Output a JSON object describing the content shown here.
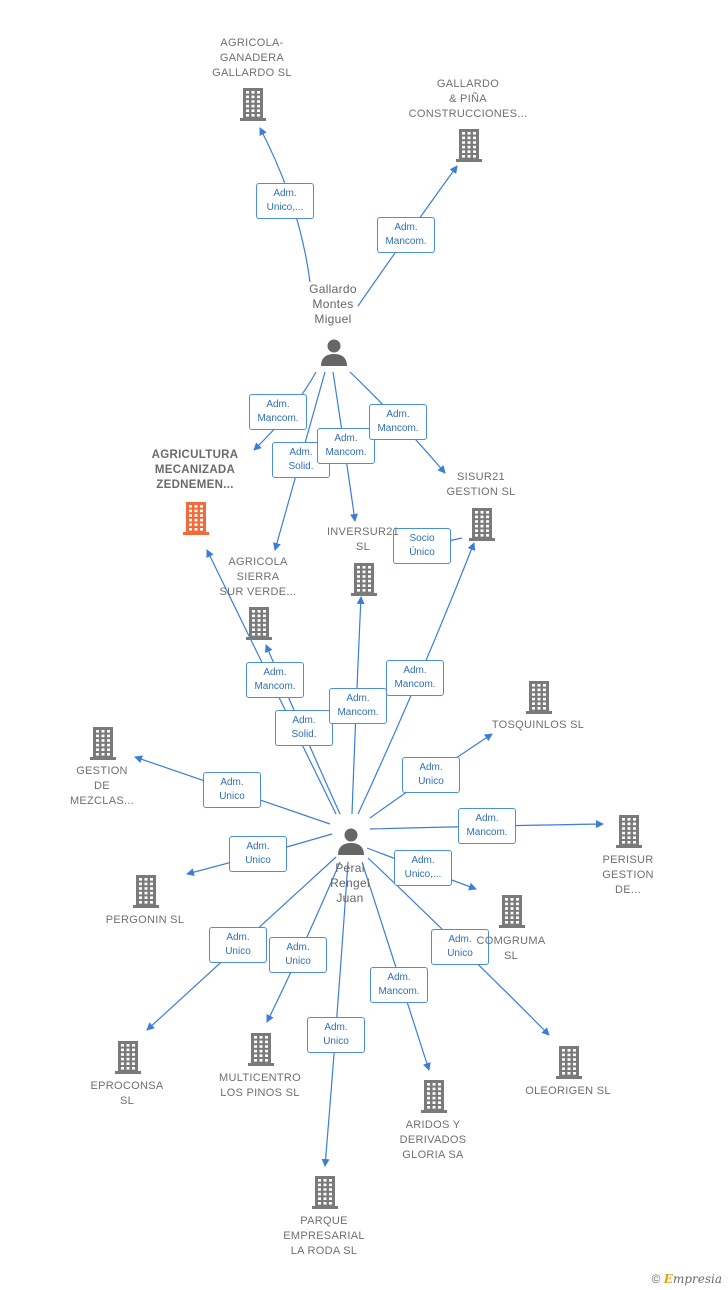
{
  "colors": {
    "edge": "#3b7dd8",
    "building": "#7a7a7a",
    "highlight": "#f26a3b",
    "person": "#666666"
  },
  "nodes": [
    {
      "id": "agricola_ganadera",
      "label": "AGRICOLA-\nGANADERA\nGALLARDO SL",
      "type": "company",
      "icon": "building-icon"
    },
    {
      "id": "gallardo_pina",
      "label": "GALLARDO\n& PIÑA\nCONSTRUCCIONES...",
      "type": "company",
      "icon": "building-icon"
    },
    {
      "id": "gallardo_montes",
      "label": "Gallardo\nMontes\nMiguel",
      "type": "person",
      "icon": "person-icon"
    },
    {
      "id": "agricultura_mecanizada",
      "label": "AGRICULTURA\nMECANIZADA\nZEDNEMEN...",
      "type": "company",
      "highlight": true,
      "icon": "building-icon"
    },
    {
      "id": "sisur21",
      "label": "SISUR21\nGESTION  SL",
      "type": "company",
      "icon": "building-icon"
    },
    {
      "id": "inversur21",
      "label": "INVERSUR21\nSL",
      "type": "company",
      "icon": "building-icon"
    },
    {
      "id": "agricola_sierra",
      "label": "AGRICOLA\nSIERRA\nSUR VERDE...",
      "type": "company",
      "icon": "building-icon"
    },
    {
      "id": "tosquinlos",
      "label": "TOSQUINLOS SL",
      "type": "company",
      "icon": "building-icon"
    },
    {
      "id": "gestion_mezclas",
      "label": "GESTION\nDE\nMEZCLAS...",
      "type": "company",
      "icon": "building-icon"
    },
    {
      "id": "peral_rengel",
      "label": "Peral\nRengel\nJuan",
      "type": "person",
      "icon": "person-icon"
    },
    {
      "id": "perisur",
      "label": "PERISUR\nGESTION\nDE...",
      "type": "company",
      "icon": "building-icon"
    },
    {
      "id": "pergonin",
      "label": "PERGONIN  SL",
      "type": "company",
      "icon": "building-icon"
    },
    {
      "id": "comgruma",
      "label": "COMGRUMA\nSL",
      "type": "company",
      "icon": "building-icon"
    },
    {
      "id": "eproconsa",
      "label": "EPROCONSA\nSL",
      "type": "company",
      "icon": "building-icon"
    },
    {
      "id": "multicentro",
      "label": "MULTICENTRO\nLOS PINOS SL",
      "type": "company",
      "icon": "building-icon"
    },
    {
      "id": "oleorigen",
      "label": "OLEORIGEN SL",
      "type": "company",
      "icon": "building-icon"
    },
    {
      "id": "aridos",
      "label": "ARIDOS Y\nDERIVADOS\nGLORIA SA",
      "type": "company",
      "icon": "building-icon"
    },
    {
      "id": "parque_empresarial",
      "label": "PARQUE\nEMPRESARIAL\nLA RODA  SL",
      "type": "company",
      "icon": "building-icon"
    }
  ],
  "edges": [
    {
      "from": "gallardo_montes",
      "to": "agricola_ganadera",
      "label": "Adm.\nUnico,..."
    },
    {
      "from": "gallardo_montes",
      "to": "gallardo_pina",
      "label": "Adm.\nMancom."
    },
    {
      "from": "gallardo_montes",
      "to": "agricultura_mecanizada",
      "label": "Adm.\nMancom."
    },
    {
      "from": "gallardo_montes",
      "to": "agricola_sierra",
      "label": "Adm.\nSolid."
    },
    {
      "from": "gallardo_montes",
      "to": "inversur21",
      "label": "Adm.\nMancom."
    },
    {
      "from": "gallardo_montes",
      "to": "sisur21",
      "label": "Adm.\nMancom."
    },
    {
      "from": "sisur21",
      "to": "inversur21",
      "label": "Socio\nÚnico"
    },
    {
      "from": "peral_rengel",
      "to": "agricultura_mecanizada",
      "label": "Adm.\nMancom."
    },
    {
      "from": "peral_rengel",
      "to": "agricola_sierra",
      "label": "Adm.\nSolid."
    },
    {
      "from": "peral_rengel",
      "to": "inversur21",
      "label": "Adm.\nMancom."
    },
    {
      "from": "peral_rengel",
      "to": "sisur21",
      "label": "Adm.\nMancom."
    },
    {
      "from": "peral_rengel",
      "to": "tosquinlos",
      "label": "Adm.\nUnico"
    },
    {
      "from": "peral_rengel",
      "to": "gestion_mezclas",
      "label": "Adm.\nUnico"
    },
    {
      "from": "peral_rengel",
      "to": "perisur",
      "label": "Adm.\nMancom."
    },
    {
      "from": "peral_rengel",
      "to": "pergonin",
      "label": "Adm.\nUnico"
    },
    {
      "from": "peral_rengel",
      "to": "comgruma",
      "label": "Adm.\nUnico,..."
    },
    {
      "from": "peral_rengel",
      "to": "eproconsa",
      "label": "Adm.\nUnico"
    },
    {
      "from": "peral_rengel",
      "to": "multicentro",
      "label": "Adm.\nUnico"
    },
    {
      "from": "peral_rengel",
      "to": "oleorigen",
      "label": "Adm.\nUnico"
    },
    {
      "from": "peral_rengel",
      "to": "aridos",
      "label": "Adm.\nMancom."
    },
    {
      "from": "peral_rengel",
      "to": "parque_empresarial",
      "label": "Adm.\nUnico"
    }
  ],
  "brand": {
    "symbol": "©",
    "initial": "E",
    "rest": "mpresia"
  }
}
